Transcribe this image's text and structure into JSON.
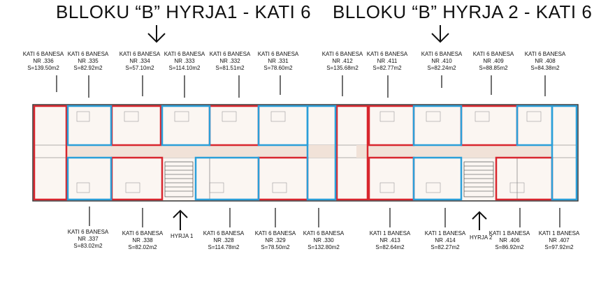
{
  "titles": {
    "left": "BLLOKU “B” HYRJA1 - KATI 6",
    "right": "BLLOKU “B” HYRJA 2 - KATI 6"
  },
  "entrances": {
    "h1": "HYRJA 1",
    "h2": "HYRJA 2"
  },
  "top_units": [
    {
      "kati": "KATI 6 BANESA",
      "nr": "NR .336",
      "s": "S=139.50m2"
    },
    {
      "kati": "KATI 6 BANESA",
      "nr": "NR .335",
      "s": "S=82.92m2"
    },
    {
      "kati": "KATI 6 BANESA",
      "nr": "NR .334",
      "s": "S=57.10m2"
    },
    {
      "kati": "KATI 6 BANESA",
      "nr": "NR .333",
      "s": "S=114.10m2"
    },
    {
      "kati": "KATI 6 BANESA",
      "nr": "NR .332",
      "s": "S=81.51m2"
    },
    {
      "kati": "KATI 6 BANESA",
      "nr": "NR .331",
      "s": "S=78.60m2"
    },
    {
      "kati": "KATI 6 BANESA",
      "nr": "NR .412",
      "s": "S=135.68m2"
    },
    {
      "kati": "KATI 6 BANESA",
      "nr": "NR .411",
      "s": "S=82.77m2"
    },
    {
      "kati": "KATI 6 BANESA",
      "nr": "NR .410",
      "s": "S=82.24m2"
    },
    {
      "kati": "KATI 6 BANESA",
      "nr": "NR .409",
      "s": "S=88.85m2"
    },
    {
      "kati": "KATI 6 BANESA",
      "nr": "NR .408",
      "s": "S=84.38m2"
    }
  ],
  "bottom_units": [
    {
      "kati": "KATI 6 BANESA",
      "nr": "NR .337",
      "s": "S=83.02m2"
    },
    {
      "kati": "KATI 6 BANESA",
      "nr": "NR .338",
      "s": "S=82.02m2"
    },
    {
      "kati": "KATI 6 BANESA",
      "nr": "NR .328",
      "s": "S=114.78m2"
    },
    {
      "kati": "KATI 6 BANESA",
      "nr": "NR .329",
      "s": "S=78.50m2"
    },
    {
      "kati": "KATI 6 BANESA",
      "nr": "NR .330",
      "s": "S=132.80m2"
    },
    {
      "kati": "KATI 1 BANESA",
      "nr": "NR .413",
      "s": "S=82.64m2"
    },
    {
      "kati": "KATI 1 BANESA",
      "nr": "NR .414",
      "s": "S=82.27m2"
    },
    {
      "kati": "KATI 1 BANESA",
      "nr": "NR .406",
      "s": "S=86.92m2"
    },
    {
      "kati": "KATI 1 BANESA",
      "nr": "NR .407",
      "s": "S=97.92m2"
    }
  ],
  "colors": {
    "red": "#d8262e",
    "blue": "#2b9fd9",
    "wall": "#333333",
    "fill": "#f4e4da"
  }
}
